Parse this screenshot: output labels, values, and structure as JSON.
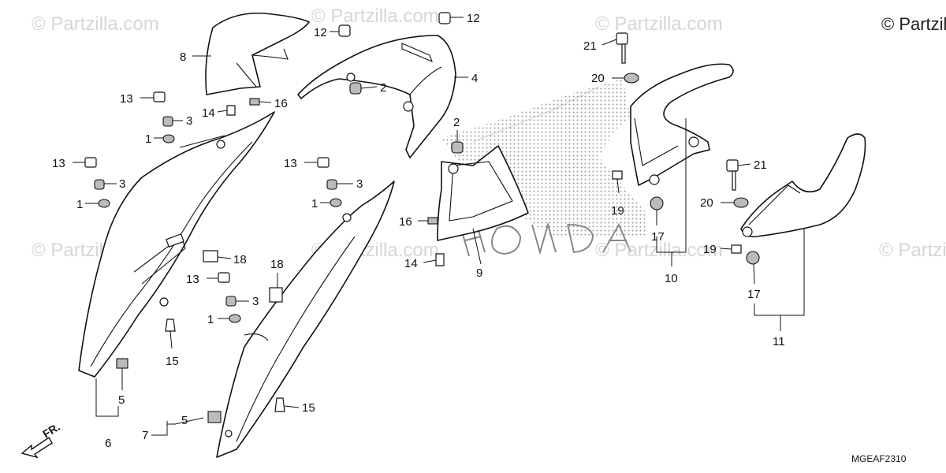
{
  "copyright": "© Partzilla.com",
  "watermark": "© Partzilla.com",
  "diagram_code": "MGEAF2310",
  "front_arrow_label": "FR.",
  "callouts": {
    "c1a": "1",
    "c1b": "1",
    "c1c": "1",
    "c1d": "1",
    "c2a": "2",
    "c2b": "2",
    "c3a": "3",
    "c3b": "3",
    "c3c": "3",
    "c3d": "3",
    "c4": "4",
    "c5a": "5",
    "c5b": "5",
    "c6": "6",
    "c7": "7",
    "c8": "8",
    "c9": "9",
    "c10": "10",
    "c11": "11",
    "c12a": "12",
    "c12b": "12",
    "c13a": "13",
    "c13b": "13",
    "c13c": "13",
    "c13d": "13",
    "c14a": "14",
    "c14b": "14",
    "c15a": "15",
    "c15b": "15",
    "c16a": "16",
    "c16b": "16",
    "c17a": "17",
    "c17b": "17",
    "c18a": "18",
    "c18b": "18",
    "c19a": "19",
    "c19b": "19",
    "c20a": "20",
    "c20b": "20",
    "c21a": "21",
    "c21b": "21"
  }
}
